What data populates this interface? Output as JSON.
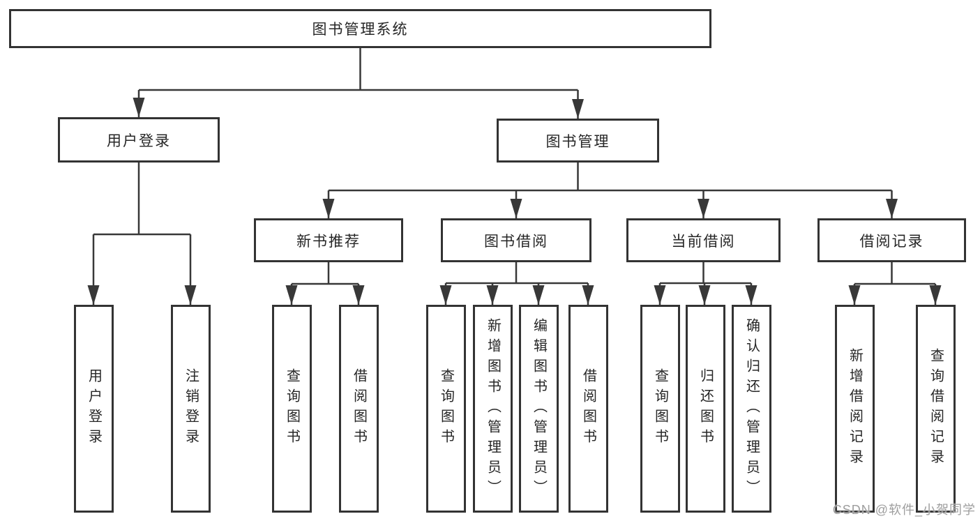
{
  "tree": {
    "root": {
      "label": "图书管理系统",
      "children": [
        {
          "label": "用户登录",
          "children": [
            {
              "label": "用户登录"
            },
            {
              "label": "注销登录"
            }
          ]
        },
        {
          "label": "图书管理",
          "children": [
            {
              "label": "新书推荐",
              "children": [
                {
                  "label": "查询图书"
                },
                {
                  "label": "借阅图书"
                }
              ]
            },
            {
              "label": "图书借阅",
              "children": [
                {
                  "label": "查询图书"
                },
                {
                  "label": "新增图书（管理员）"
                },
                {
                  "label": "编辑图书（管理员）"
                },
                {
                  "label": "借阅图书"
                }
              ]
            },
            {
              "label": "当前借阅",
              "children": [
                {
                  "label": "查询图书"
                },
                {
                  "label": "归还图书"
                },
                {
                  "label": "确认归还（管理员）"
                }
              ]
            },
            {
              "label": "借阅记录",
              "children": [
                {
                  "label": "新增借阅记录"
                },
                {
                  "label": "查询借阅记录"
                }
              ]
            }
          ]
        }
      ]
    }
  },
  "watermark": {
    "text": "CSDN @软件_小贺同学",
    "color": "#9e9e9e"
  },
  "colors": {
    "background": "#ffffff",
    "box_fill": "#ffffff",
    "box_border": "#333333",
    "line": "#383838",
    "text": "#262626"
  }
}
